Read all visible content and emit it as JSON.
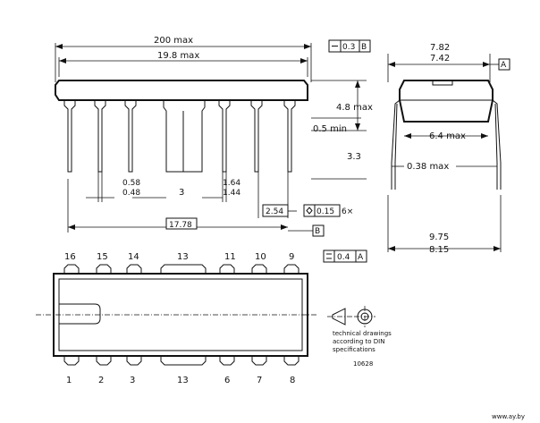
{
  "front_view": {
    "dim_overall": "200 max",
    "dim_body": "19.8 max",
    "flatness_tol": "0.3",
    "flatness_ref": "B",
    "height": "4.8 max",
    "seat": "0.5 min",
    "lead_len": "3.3",
    "lead_w_max": "0.58",
    "lead_w_min": "0.48",
    "pin_gap": "3",
    "lead_bw_max": "1.64",
    "lead_bw_min": "1.44",
    "pitch": "2.54",
    "pos_tol": "0.15",
    "pos_count": "6×",
    "span": "17.78",
    "ref_b": "B"
  },
  "side_view": {
    "width_max": "7.82",
    "width_min": "7.42",
    "ref_a": "A",
    "body_w": "6.4 max",
    "lead_t": "0.38 max",
    "spread_max": "9.75",
    "spread_min": "8.15",
    "tol": "0.4",
    "tol_ref": "A"
  },
  "top_view": {
    "top_pins": [
      "16",
      "15",
      "14",
      "13",
      "11",
      "10",
      "9"
    ],
    "bottom_pins": [
      "1",
      "2",
      "3",
      "13",
      "6",
      "7",
      "8"
    ]
  },
  "notes": {
    "line1": "technical drawings",
    "line2": "according to DIN",
    "line3": "specifications",
    "code": "10628"
  },
  "watermark": "www.ay.by"
}
